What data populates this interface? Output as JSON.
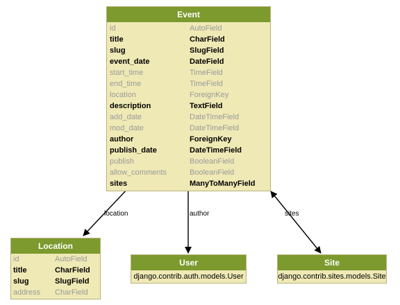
{
  "models": {
    "event": {
      "title": "Event",
      "fields": [
        {
          "name": "id",
          "type": "AutoField",
          "required": false
        },
        {
          "name": "title",
          "type": "CharField",
          "required": true
        },
        {
          "name": "slug",
          "type": "SlugField",
          "required": true
        },
        {
          "name": "event_date",
          "type": "DateField",
          "required": true
        },
        {
          "name": "start_time",
          "type": "TimeField",
          "required": false
        },
        {
          "name": "end_time",
          "type": "TimeField",
          "required": false
        },
        {
          "name": "location",
          "type": "ForeignKey",
          "required": false
        },
        {
          "name": "description",
          "type": "TextField",
          "required": true
        },
        {
          "name": "add_date",
          "type": "DateTimeField",
          "required": false
        },
        {
          "name": "mod_date",
          "type": "DateTimeField",
          "required": false
        },
        {
          "name": "author",
          "type": "ForeignKey",
          "required": true
        },
        {
          "name": "publish_date",
          "type": "DateTimeField",
          "required": true
        },
        {
          "name": "publish",
          "type": "BooleanField",
          "required": false
        },
        {
          "name": "allow_comments",
          "type": "BooleanField",
          "required": false
        },
        {
          "name": "sites",
          "type": "ManyToManyField",
          "required": true
        }
      ]
    },
    "location": {
      "title": "Location",
      "fields": [
        {
          "name": "id",
          "type": "AutoField",
          "required": false
        },
        {
          "name": "title",
          "type": "CharField",
          "required": true
        },
        {
          "name": "slug",
          "type": "SlugField",
          "required": true
        },
        {
          "name": "address",
          "type": "CharField",
          "required": false
        }
      ]
    },
    "user": {
      "title": "User",
      "description": "django.contrib.auth.models.User"
    },
    "site": {
      "title": "Site",
      "description": "django.contrib.sites.models.Site"
    }
  },
  "relations": {
    "location": "location",
    "author": "author",
    "sites": "sites"
  },
  "colors": {
    "header": "#7c9a2e",
    "body": "#efe9b5",
    "required_field": "#000000",
    "optional_field": "#9a9a9a"
  }
}
